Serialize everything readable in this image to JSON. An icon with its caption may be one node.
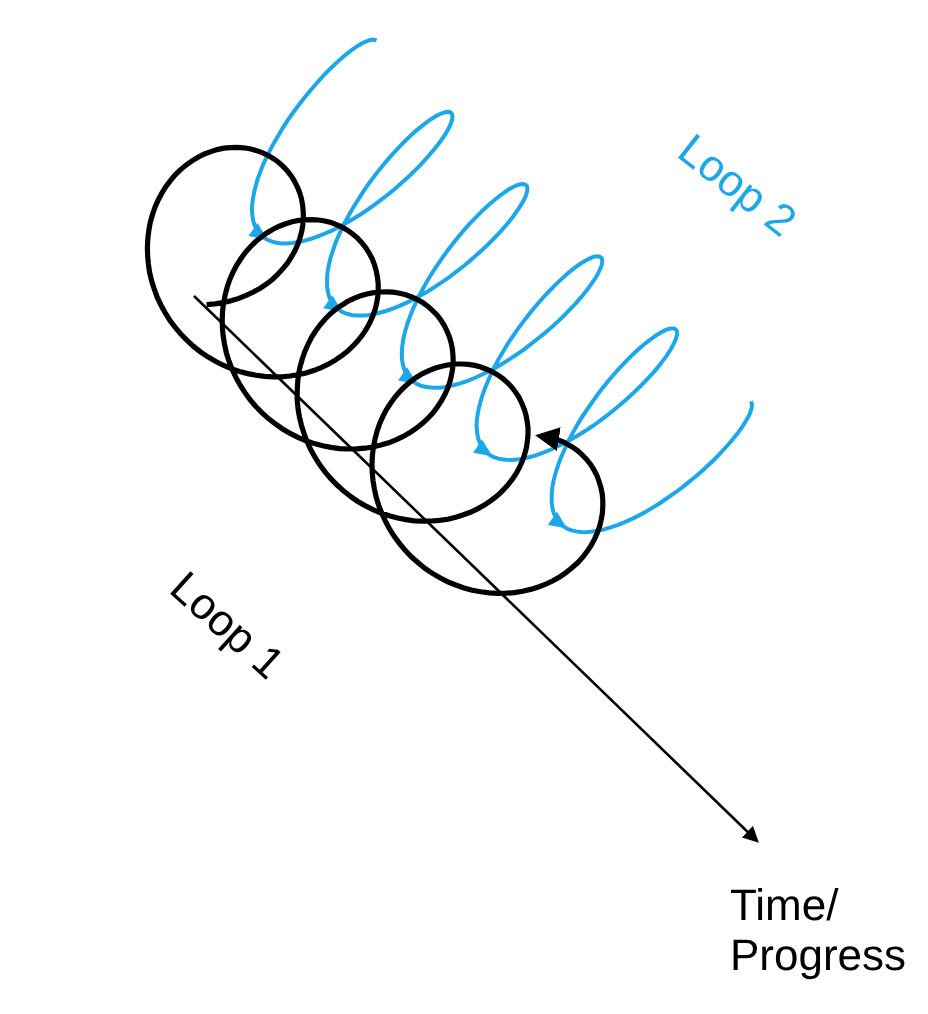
{
  "diagram": {
    "labels": [
      "Loop 2",
      "Loop 1",
      "Time/ Progress"
    ]
  }
}
